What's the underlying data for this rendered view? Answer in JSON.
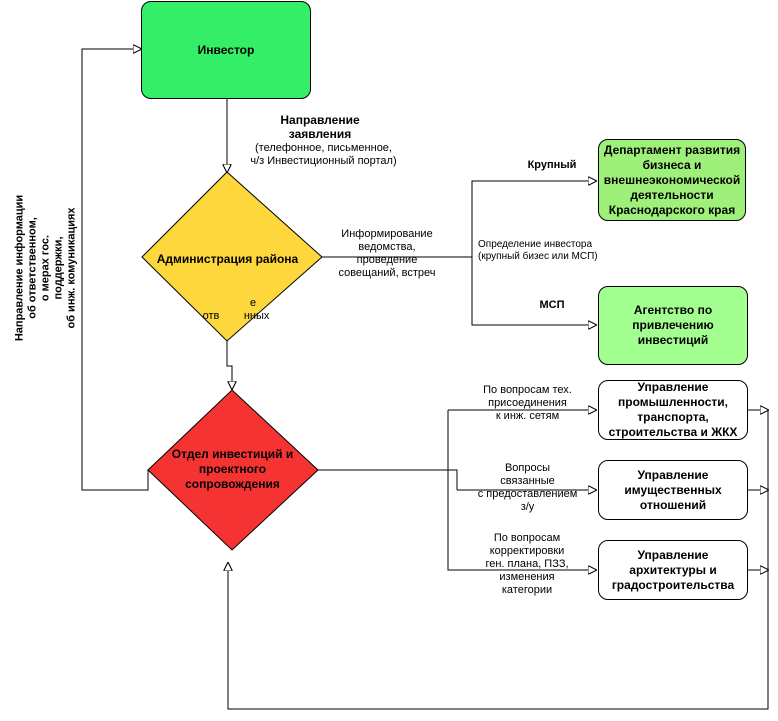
{
  "nodes": {
    "investor": "Инвестор",
    "admin": "Администрация района",
    "otdel_line1": "Отдел инвестиций и",
    "otdel_line2": "проектного",
    "otdel_line3": "сопровождения",
    "department": "Департамент развития бизнеса и внешнеэкономической деятельности Краснодарского края",
    "agency": "Агентство по привлечению инвестиций",
    "upr_prom": "Управление промышленности, транспорта, строительства и ЖКХ",
    "upr_imush": "Управление имущественных отношений",
    "upr_arch": "Управление архитектуры и градостроительства"
  },
  "labels": {
    "application_title_1": "Направление",
    "application_title_2": "заявления",
    "application_detail_1": "(телефонное, письменное,",
    "application_detail_2": "ч/з Инвестиционный портал)",
    "inform_1": "Информирование",
    "inform_2": "ведомства,",
    "inform_3": "проведение",
    "inform_4": "совещаний, встреч",
    "krupny": "Крупный",
    "msp": "МСП",
    "determine_1": "Определение инвестора",
    "determine_2": "(крупный бизес или МСП)",
    "hidden_1": "е",
    "hidden_2": "отв        нных",
    "tech_1": "По вопросам тех.",
    "tech_2": "присоединения",
    "tech_3": "к инж. сетям",
    "land_1": "Вопросы",
    "land_2": "связанные",
    "land_3": "с предоставлением",
    "land_4": "з/у",
    "gen_1": "По вопросам",
    "gen_2": "корректировки",
    "gen_3": "ген. плана, ПЗЗ,",
    "gen_4": "изменения",
    "gen_5": "категории",
    "vertical_1": "Направление информации",
    "vertical_2": "об ответственном,",
    "vertical_3": "о мерах гос.",
    "vertical_4": "поддержки,",
    "vertical_5": "об инж. комуникациях"
  },
  "colors": {
    "investor": "#33ee66",
    "admin": "#fdd73c",
    "otdel": "#f53333",
    "dept": "#9ff07a",
    "agency": "#a3ff8f",
    "white": "#ffffff"
  }
}
